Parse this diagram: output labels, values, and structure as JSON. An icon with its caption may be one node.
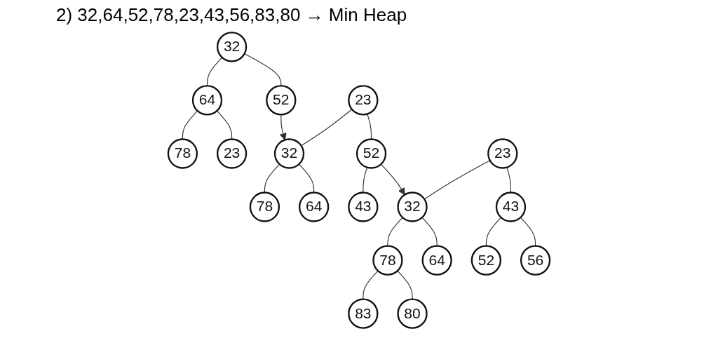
{
  "diagram": {
    "title": "2) 32,64,52,78,23,43,56,83,80 → Min Heap",
    "nodes": [
      {
        "text": [
          "32"
        ]
      },
      {
        "text": [
          "64"
        ]
      },
      {
        "text": [
          "52"
        ]
      },
      {
        "text": [
          "78"
        ]
      },
      {
        "text": [
          "23"
        ]
      },
      {
        "text": [
          "23"
        ]
      },
      {
        "text": [
          "32"
        ]
      },
      {
        "text": [
          "52"
        ]
      },
      {
        "text": [
          "78"
        ]
      },
      {
        "text": [
          "64"
        ]
      },
      {
        "text": [
          "43"
        ]
      },
      {
        "text": [
          "23"
        ]
      },
      {
        "text": [
          "32"
        ]
      },
      {
        "text": [
          "43"
        ]
      },
      {
        "text": [
          "78"
        ]
      },
      {
        "text": [
          "64"
        ]
      },
      {
        "text": [
          "52"
        ]
      },
      {
        "text": [
          "56"
        ]
      },
      {
        "text": [
          "83"
        ]
      },
      {
        "text": [
          "80"
        ]
      }
    ],
    "edges": [
      {
        "from": 0,
        "to": 1,
        "arrow": "none"
      },
      {
        "from": 0,
        "to": 2,
        "arrow": "none"
      },
      {
        "from": 1,
        "to": 3,
        "arrow": "none"
      },
      {
        "from": 1,
        "to": 4,
        "arrow": "none"
      },
      {
        "from": 2,
        "to": 6,
        "arrow": "to"
      },
      {
        "from": 5,
        "to": 6,
        "arrow": "none"
      },
      {
        "from": 5,
        "to": 7,
        "arrow": "none"
      },
      {
        "from": 6,
        "to": 8,
        "arrow": "none"
      },
      {
        "from": 6,
        "to": 9,
        "arrow": "none"
      },
      {
        "from": 7,
        "to": 10,
        "arrow": "none"
      },
      {
        "from": 7,
        "to": 12,
        "arrow": "to"
      },
      {
        "from": 11,
        "to": 12,
        "arrow": "none"
      },
      {
        "from": 11,
        "to": 13,
        "arrow": "none"
      },
      {
        "from": 12,
        "to": 14,
        "arrow": "none"
      },
      {
        "from": 12,
        "to": 15,
        "arrow": "none"
      },
      {
        "from": 13,
        "to": 16,
        "arrow": "none"
      },
      {
        "from": 13,
        "to": 17,
        "arrow": "none"
      },
      {
        "from": 14,
        "to": 18,
        "arrow": "none"
      },
      {
        "from": 14,
        "to": 19,
        "arrow": "none"
      }
    ]
  }
}
